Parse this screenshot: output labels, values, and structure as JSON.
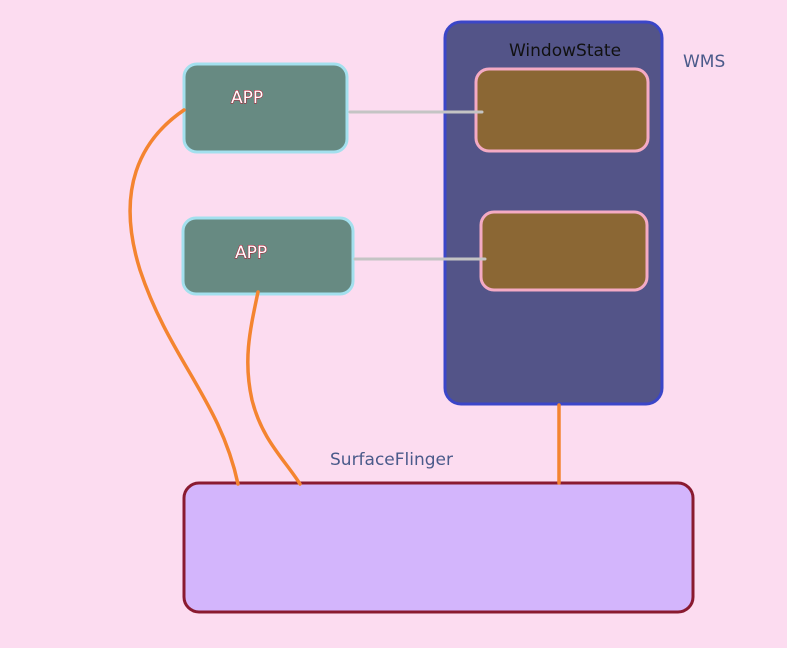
{
  "wms": {
    "label": "WMS",
    "window_state_label": "WindowState"
  },
  "apps": [
    {
      "label": "APP"
    },
    {
      "label": "APP"
    }
  ],
  "surface_flinger": {
    "label": "SurfaceFlinger"
  },
  "colors": {
    "background": "#fcdcf0",
    "wms_fill": "#535488",
    "wms_border": "#3b46c8",
    "app_fill": "#678a82",
    "app_border": "#a3e0ee",
    "window_state_fill": "#8b6734",
    "window_state_border": "#f4aac4",
    "surface_flinger_fill": "#d3b5fc",
    "surface_flinger_border": "#8a1a30",
    "connector_gray": "#c4c4c4",
    "connector_orange": "#f48430"
  }
}
